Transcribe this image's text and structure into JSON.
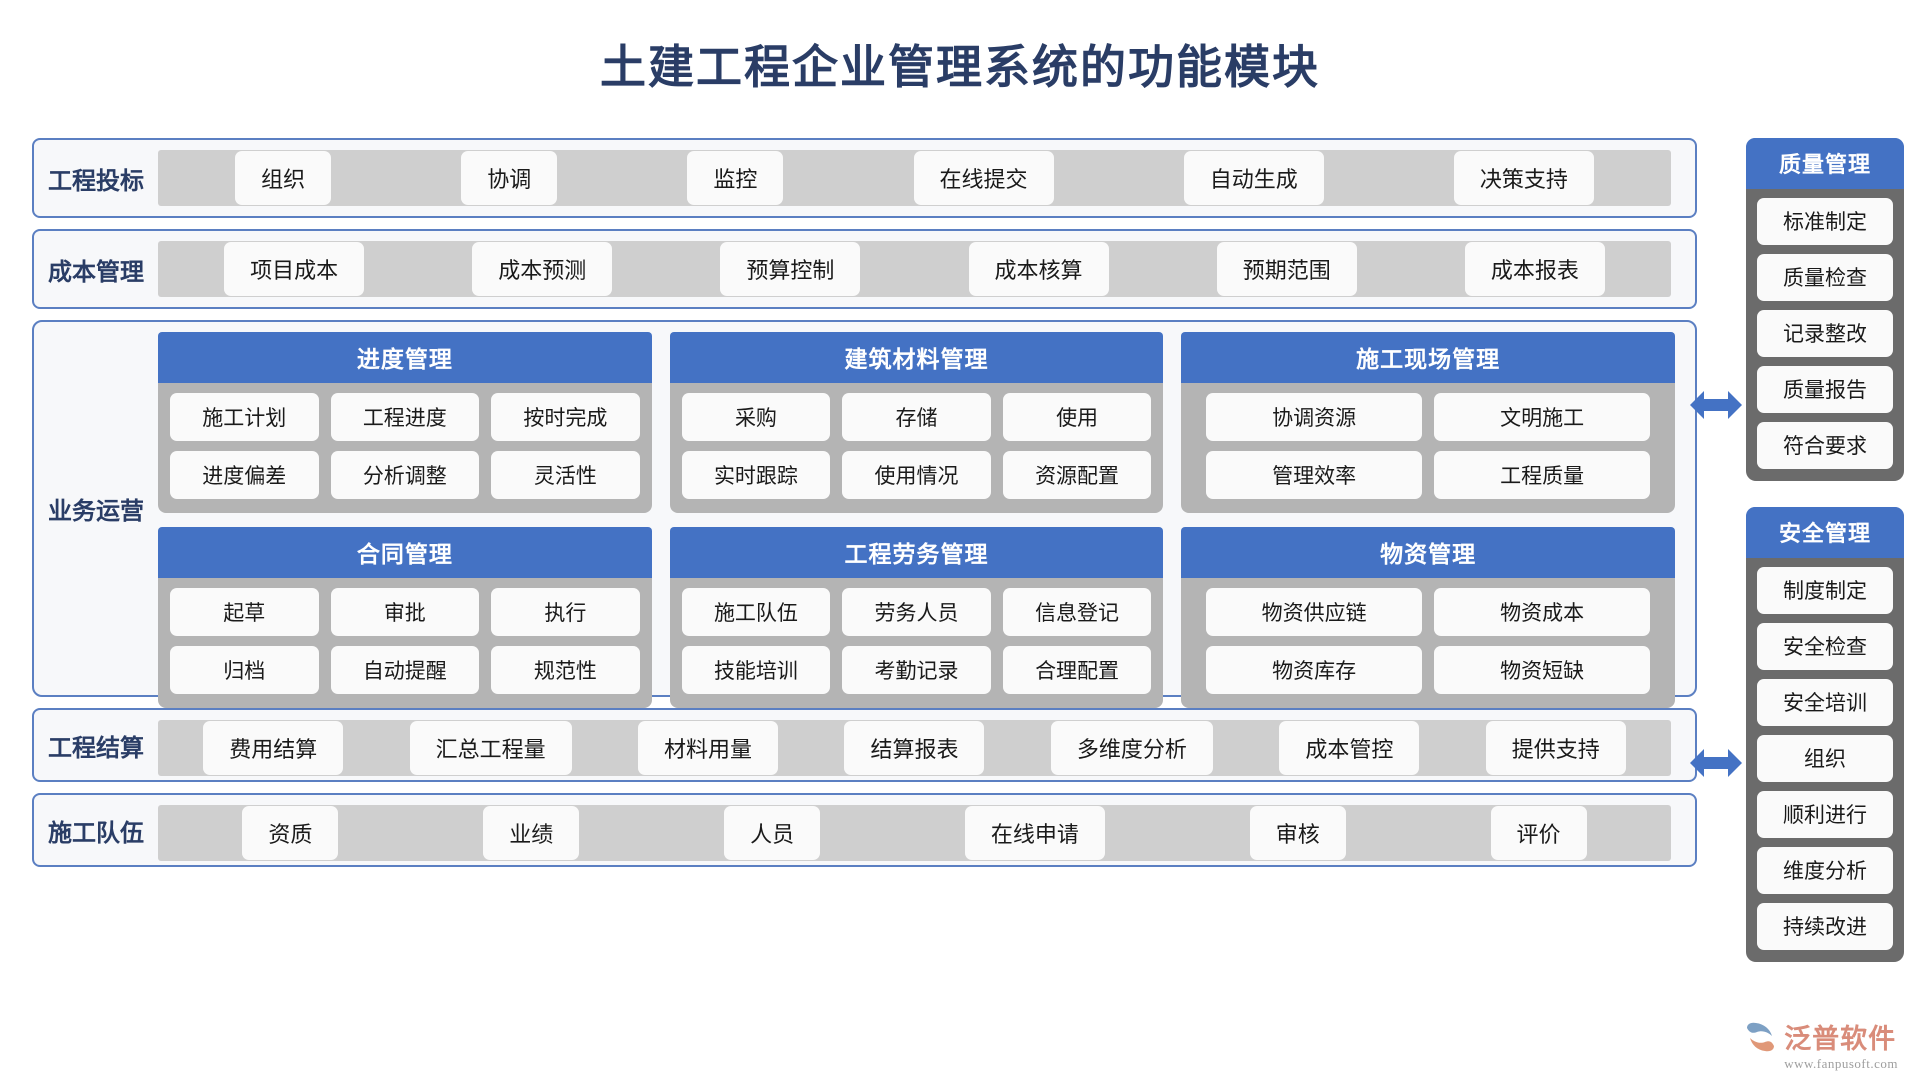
{
  "title": "土建工程企业管理系统的功能模块",
  "colors": {
    "title_navy": "#2A3D66",
    "accent_blue": "#4472C4",
    "border_blue": "#5B7FC2",
    "band_gray": "#CFCFCF",
    "panel_gray": "#B4B4B4",
    "sidebar_gray": "#6B6B6B",
    "pill_white": "#FAFAFA"
  },
  "rows": {
    "bid": {
      "label": "工程投标",
      "items": [
        "组织",
        "协调",
        "监控",
        "在线提交",
        "自动生成",
        "决策支持"
      ]
    },
    "cost": {
      "label": "成本管理",
      "items": [
        "项目成本",
        "成本预测",
        "预算控制",
        "成本核算",
        "预期范围",
        "成本报表"
      ]
    },
    "settlement": {
      "label": "工程结算",
      "items": [
        "费用结算",
        "汇总工程量",
        "材料用量",
        "结算报表",
        "多维度分析",
        "成本管控",
        "提供支持"
      ]
    },
    "team": {
      "label": "施工队伍",
      "items": [
        "资质",
        "业绩",
        "人员",
        "在线申请",
        "审核",
        "评价"
      ]
    }
  },
  "operations": {
    "label": "业务运营",
    "panels": [
      {
        "title": "进度管理",
        "rows": [
          [
            "施工计划",
            "工程进度",
            "按时完成"
          ],
          [
            "进度偏差",
            "分析调整",
            "灵活性"
          ]
        ]
      },
      {
        "title": "建筑材料管理",
        "rows": [
          [
            "采购",
            "存储",
            "使用"
          ],
          [
            "实时跟踪",
            "使用情况",
            "资源配置"
          ]
        ]
      },
      {
        "title": "施工现场管理",
        "rows": [
          [
            "协调资源",
            "文明施工"
          ],
          [
            "管理效率",
            "工程质量"
          ]
        ]
      },
      {
        "title": "合同管理",
        "rows": [
          [
            "起草",
            "审批",
            "执行"
          ],
          [
            "归档",
            "自动提醒",
            "规范性"
          ]
        ]
      },
      {
        "title": "工程劳务管理",
        "rows": [
          [
            "施工队伍",
            "劳务人员",
            "信息登记"
          ],
          [
            "技能培训",
            "考勤记录",
            "合理配置"
          ]
        ]
      },
      {
        "title": "物资管理",
        "rows": [
          [
            "物资供应链",
            "物资成本"
          ],
          [
            "物资库存",
            "物资短缺"
          ]
        ]
      }
    ]
  },
  "sidebar": {
    "cards": [
      {
        "title": "质量管理",
        "items": [
          "标准制定",
          "质量检查",
          "记录整改",
          "质量报告",
          "符合要求"
        ]
      },
      {
        "title": "安全管理",
        "items": [
          "制度制定",
          "安全检查",
          "安全培训",
          "组织",
          "顺利进行",
          "维度分析",
          "持续改进"
        ]
      }
    ]
  },
  "logo": {
    "name": "泛普软件",
    "url": "www.fanpusoft.com"
  }
}
